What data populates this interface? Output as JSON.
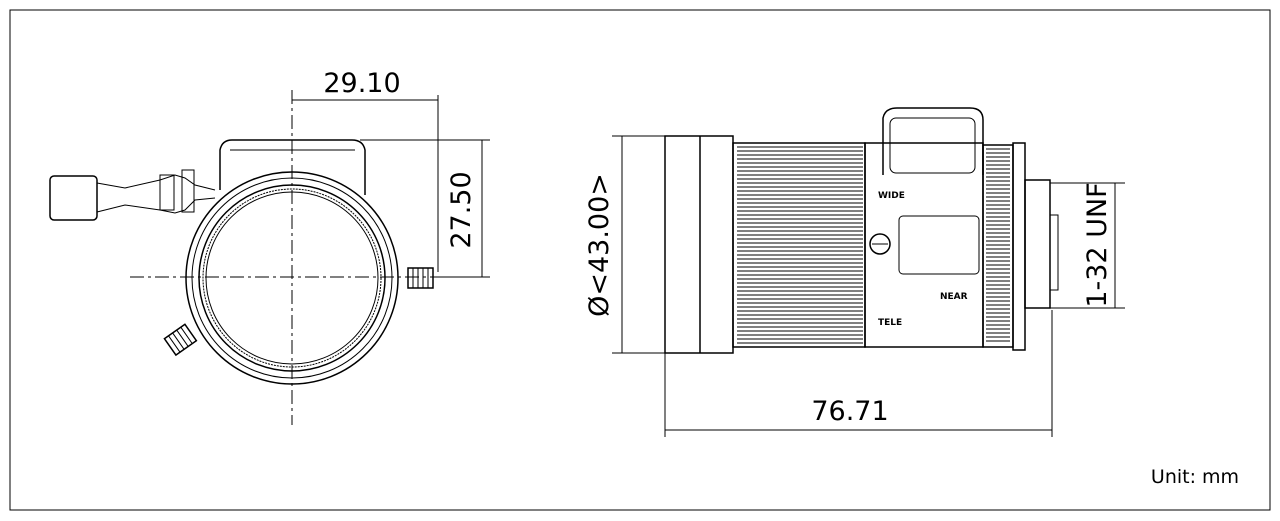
{
  "dimensions": {
    "width_offset": "29.10",
    "height_offset": "27.50",
    "diameter": "Ø<43.00>",
    "length": "76.71",
    "thread": "1-32 UNF"
  },
  "markings": {
    "wide": "WIDE",
    "tele": "TELE",
    "near": "NEAR"
  },
  "unit_label": "Unit: mm"
}
